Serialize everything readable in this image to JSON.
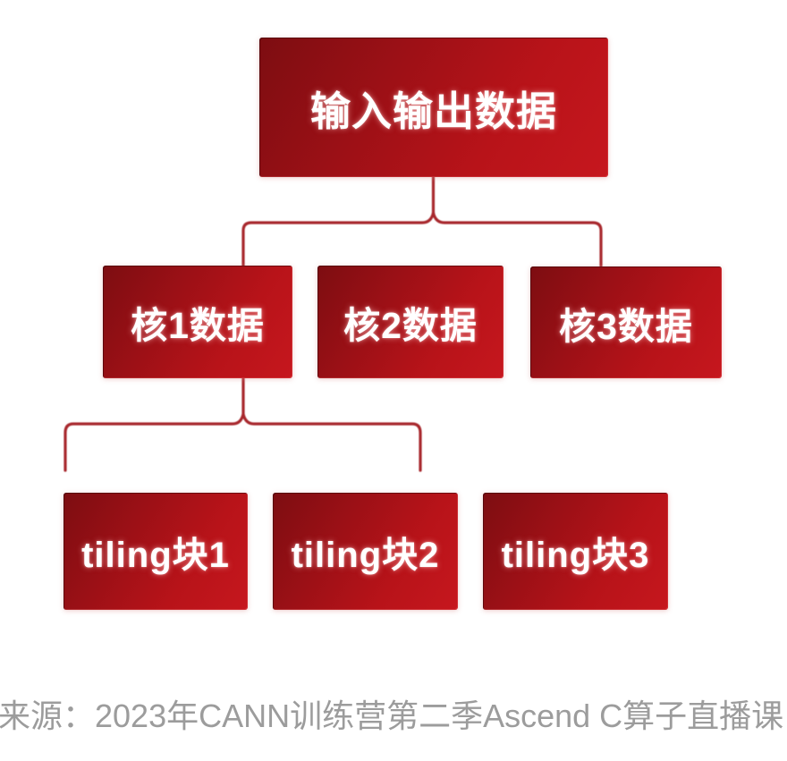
{
  "diagram": {
    "root": {
      "label": "输入输出数据"
    },
    "cores": [
      {
        "label": "核1数据"
      },
      {
        "label": "核2数据"
      },
      {
        "label": "核3数据"
      }
    ],
    "tiles": [
      {
        "label": "tiling块1"
      },
      {
        "label": "tiling块2"
      },
      {
        "label": "tiling块3"
      }
    ]
  },
  "caption": {
    "text": "来源：2023年CANN训练营第二季Ascend C算子直播课"
  },
  "colors": {
    "background": "#ffffff",
    "box_gradient_dark": "#7d0d11",
    "box_gradient_bright": "#c6171e",
    "box_text": "#ffffff",
    "connector": "#a8282d",
    "caption_text": "#9c9c9c"
  }
}
